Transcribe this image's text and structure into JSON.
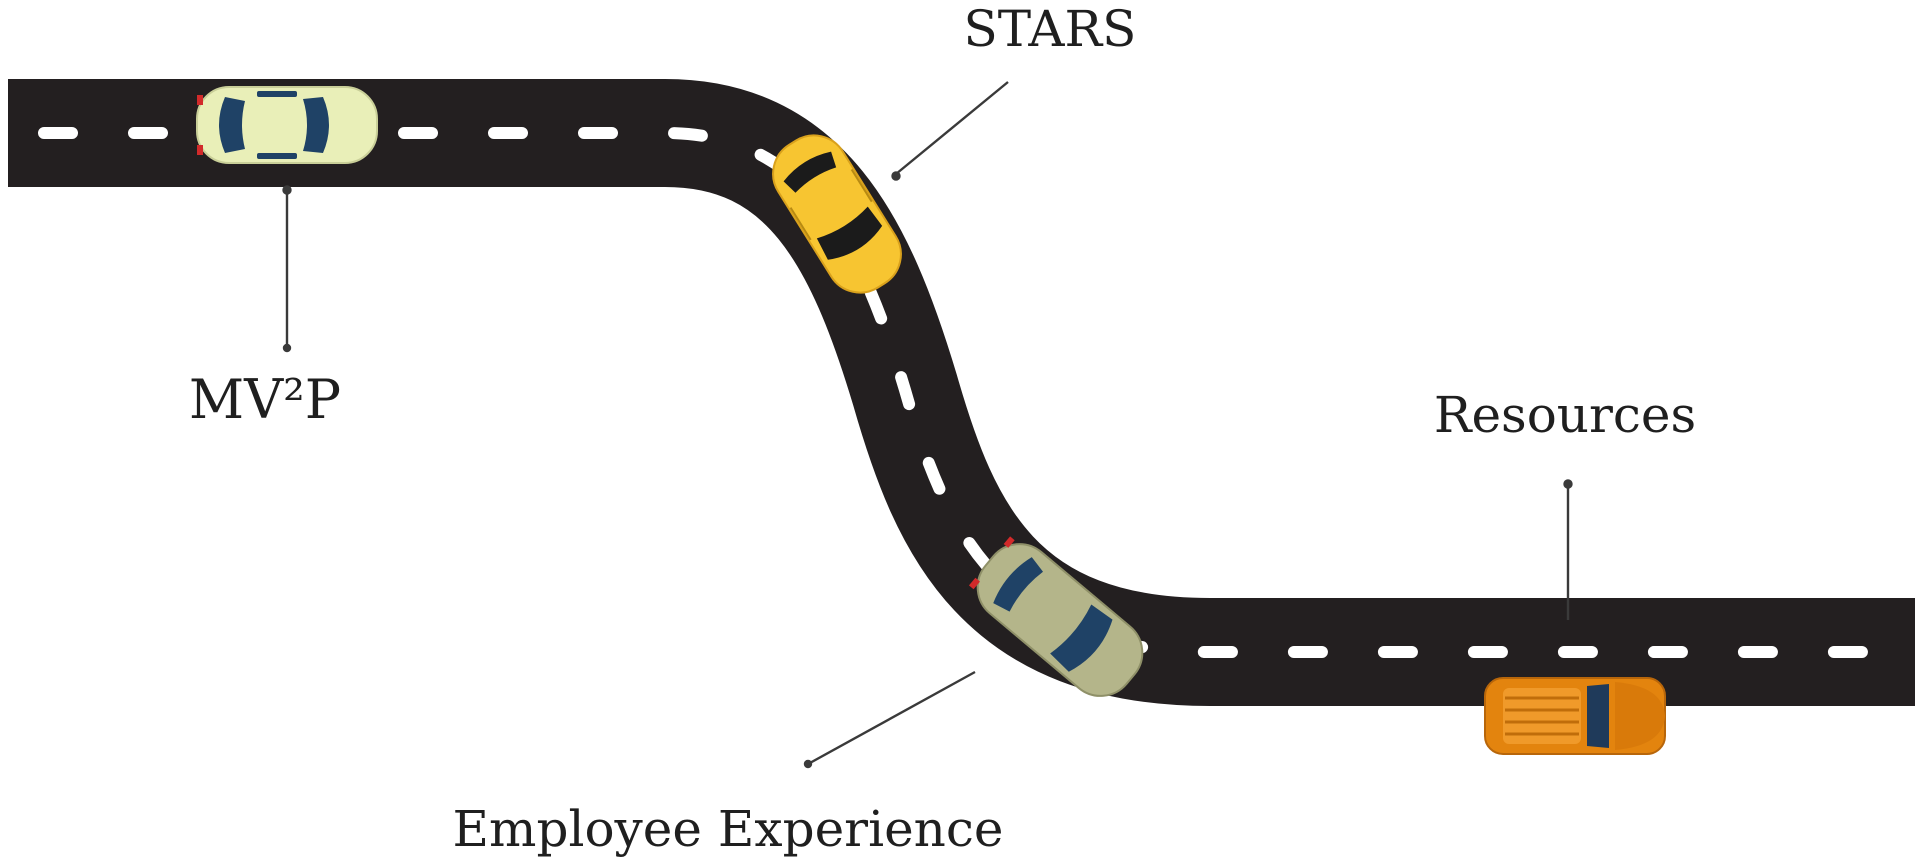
{
  "labels": {
    "top": "STARS",
    "left": "MV²P",
    "bottom": "Employee Experience",
    "right": "Resources"
  },
  "colors": {
    "road": "#231f20",
    "lane": "#ffffff",
    "leader": "#3a3a3a",
    "car_cream_body": "#e9efb8",
    "car_cream_glass": "#1f4266",
    "car_yellow_body": "#f7c531",
    "car_yellow_glass": "#1b1b1b",
    "car_sage_body": "#b4b58a",
    "car_sage_glass": "#1f4266",
    "car_orange_body": "#e3840e",
    "car_orange_glass": "#1f3a5a"
  }
}
